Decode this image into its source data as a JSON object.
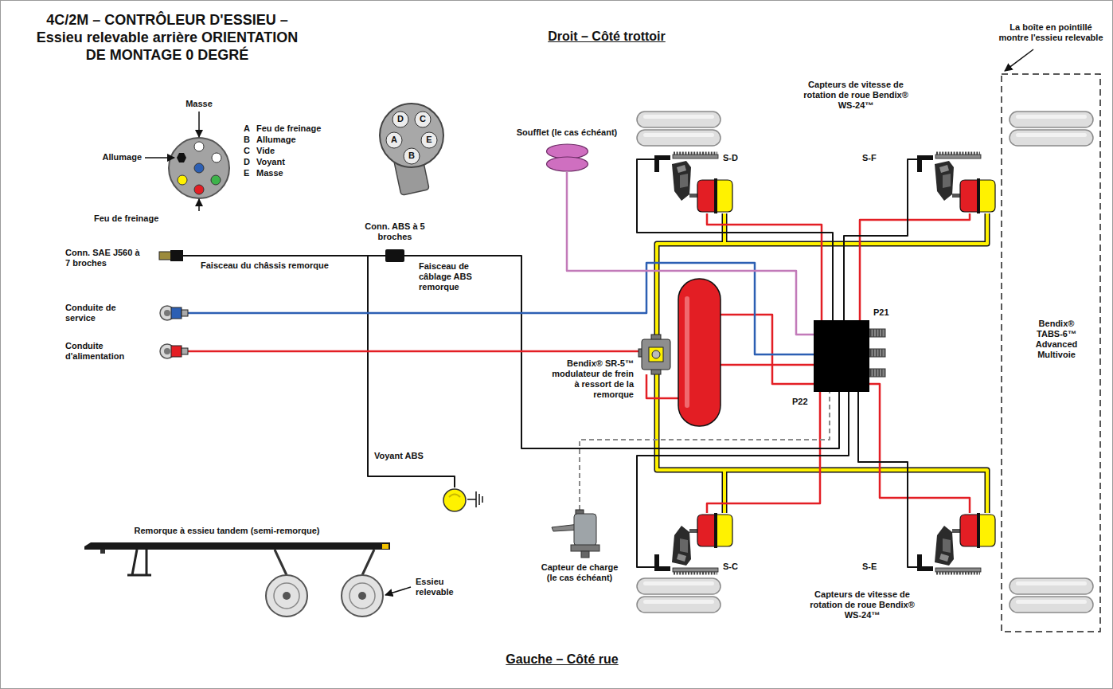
{
  "diagram": {
    "title": "4C/2M – CONTRÔLEUR D'ESSIEU – Essieu relevable arrière ORIENTATION DE MONTAGE 0 DEGRÉ",
    "nodes": [
      {
        "text": [
          "Soufflet (le cas échéant)"
        ]
      },
      {
        "text": [
          "Conn. ABS à 5 broches"
        ]
      },
      {
        "text": [
          "Conn. SAE J560 à 7 broches"
        ]
      },
      {
        "text": [
          "Conduite de service"
        ]
      },
      {
        "text": [
          "Conduite d'alimentation"
        ]
      },
      {
        "text": [
          "Bendix® SR-5™ modulateur de frein à ressort de la remorque"
        ]
      },
      {
        "text": [
          "Bendix® TABS-6™ Advanced Multivoie"
        ]
      },
      {
        "text": [
          "Voyant ABS"
        ]
      },
      {
        "text": [
          "Capteur de charge (le cas échéant)"
        ]
      }
    ],
    "edges": [
      {
        "from": 2,
        "to": 1,
        "arrow": "none",
        "label": "Faisceau du châssis remorque"
      },
      {
        "from": 1,
        "to": 6,
        "arrow": "none",
        "label": "Faisceau de câblage ABS remorque"
      },
      {
        "from": 2,
        "to": 7,
        "arrow": "none"
      },
      {
        "from": 3,
        "to": 6,
        "arrow": "none"
      },
      {
        "from": 4,
        "to": 5,
        "arrow": "none"
      },
      {
        "from": 0,
        "to": 6,
        "arrow": "none"
      },
      {
        "from": 8,
        "to": 6,
        "arrow": "none"
      }
    ],
    "labels": [
      "Droit – Côté trottoir",
      "Gauche – Côté rue",
      "Masse",
      "Allumage",
      "Feu de freinage",
      "A",
      "Feu de freinage",
      "B",
      "Allumage",
      "C",
      "Vide",
      "D",
      "Voyant",
      "E",
      "Masse",
      "D",
      "C",
      "A",
      "E",
      "B",
      "Capteurs de vitesse de rotation de roue Bendix® WS-24™",
      "S-D",
      "S-F",
      "P21",
      "P22",
      "S-C",
      "S-E",
      "Capteurs de vitesse de rotation de roue Bendix® WS-24™",
      "La boîte en pointillé montre l'essieu relevable",
      "Remorque à essieu tandem (semi-remorque)",
      "Essieu relevable"
    ]
  }
}
